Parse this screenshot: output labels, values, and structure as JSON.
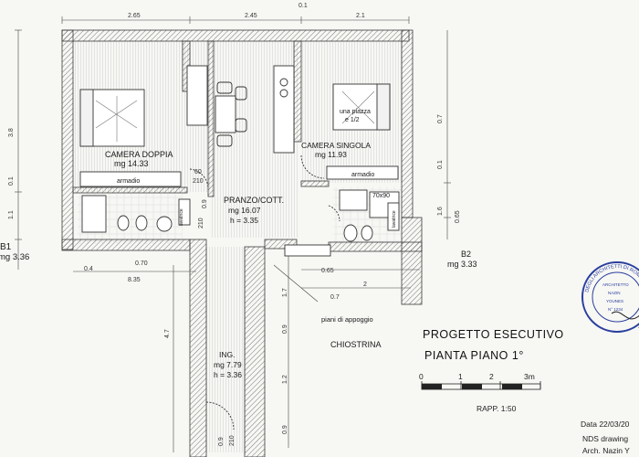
{
  "rooms": {
    "camera_doppia": {
      "name": "CAMERA DOPPIA",
      "area": "mg 14.33",
      "closet": "armadio"
    },
    "camera_singola": {
      "name": "CAMERA SINGOLA",
      "area": "mg 11.93",
      "closet": "armadio",
      "bed_note_1": "una piazza",
      "bed_note_2": "e 1/2"
    },
    "pranzo": {
      "name": "PRANZO/COTT.",
      "area": "mg 16.07",
      "height": "h = 3.35"
    },
    "ingresso": {
      "name": "ING.",
      "area": "mg 7.79",
      "height": "h = 3.36"
    },
    "bagno1": {
      "name": "B1",
      "area": "mg 3.36"
    },
    "bagno2": {
      "name": "B2",
      "area": "mg 3.33",
      "shower": "70x90"
    },
    "chiostrina": {
      "name": "CHIOSTRINA"
    }
  },
  "notes": {
    "piani_appoggio": "piani di appoggio",
    "lavatrice": "lavatrice",
    "lavatrice_2": "lavatrice"
  },
  "dimensions": {
    "top": [
      "2.65",
      "2.45",
      "2.1"
    ],
    "top_small": "0.1",
    "left_height": "3.8",
    "left_small": "0.1",
    "left_mid": "1.1",
    "left_bottom": "4.7",
    "right_top": "0.7",
    "right_mid": "0.1",
    "right_low": "1.6",
    "right_tiny": "0.65",
    "bottom_row": [
      "0.4",
      "0.70",
      "8.35"
    ],
    "b2_row": [
      "0.65",
      "0.7",
      "2"
    ],
    "door_a": "60",
    "door_b": "210",
    "door_c": "0.9",
    "door_d": "210",
    "corr_a": "1.7",
    "corr_b": "0.9",
    "corr_c": "1.2",
    "corr_d": "0.9",
    "ing_a": "0.9",
    "ing_b": "210"
  },
  "title_block": {
    "line1": "PROGETTO ESECUTIVO",
    "line2": "PIANTA PIANO 1°",
    "scale_ticks": [
      "0",
      "1",
      "2",
      "3m"
    ],
    "scale_ratio": "RAPP. 1:50",
    "date": "Data 22/03/20",
    "drawing": "NDS drawing",
    "architect": "Arch. Nazin Y"
  },
  "stamp": {
    "ring_text": "DEGLI ARCHITETTI DI ROMA",
    "inner_1": "ARCHITETTO",
    "inner_2": "NAZIN",
    "inner_3": "YOUNES",
    "inner_4": "N° 1234"
  },
  "colors": {
    "ink": "#1a1a1a",
    "wall": "#3a3a3a",
    "stamp": "#2a3f9e"
  }
}
